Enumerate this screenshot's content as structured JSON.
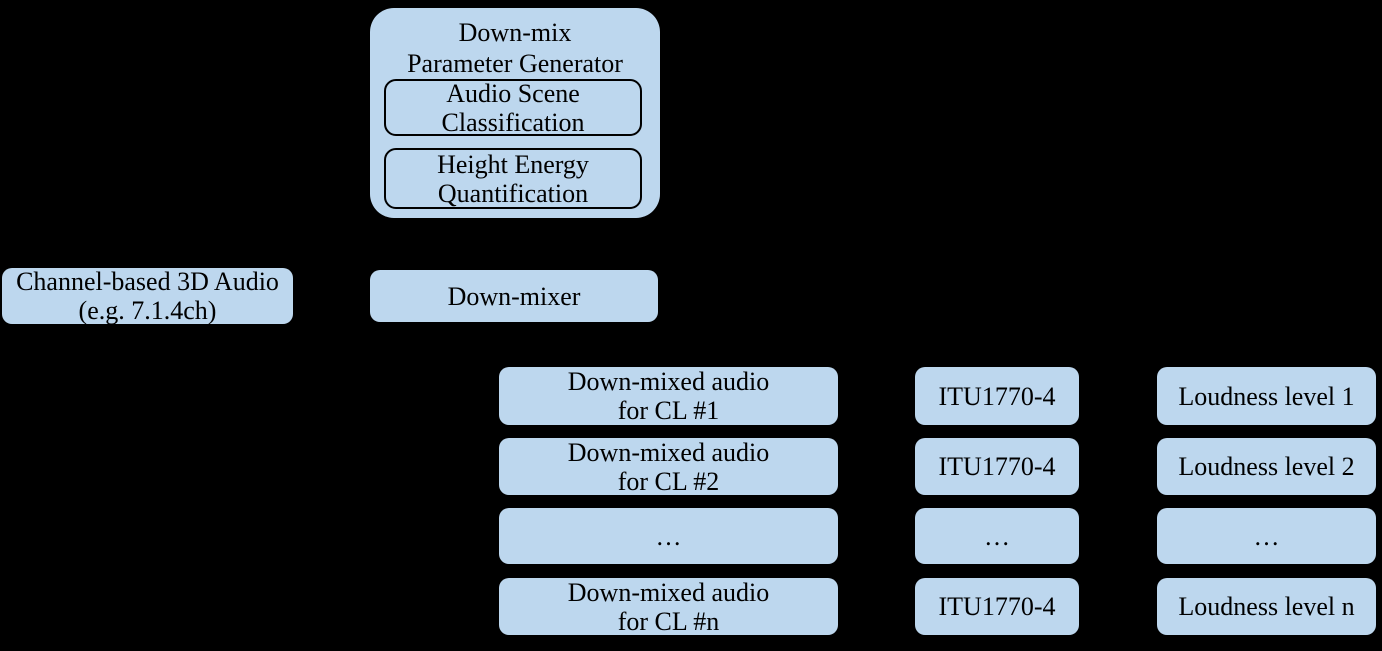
{
  "canvas": {
    "background_color": "#000000",
    "box_fill_color": "#BDD7EE",
    "text_color": "#000000"
  },
  "generator": {
    "title": "Down-mix\nParameter Generator",
    "modules": [
      {
        "label": "Audio Scene\nClassification"
      },
      {
        "label": "Height Energy\nQuantification"
      }
    ]
  },
  "input": {
    "label": "Channel-based 3D Audio\n(e.g. 7.1.4ch)"
  },
  "downmixer": {
    "label": "Down-mixer"
  },
  "grid": {
    "rows": [
      {
        "audio": "Down-mixed audio\nfor CL #1",
        "meter": "ITU1770-4",
        "loudness": "Loudness level 1"
      },
      {
        "audio": "Down-mixed audio\nfor CL #2",
        "meter": "ITU1770-4",
        "loudness": "Loudness level 2"
      },
      {
        "audio": "…",
        "meter": "…",
        "loudness": "…"
      },
      {
        "audio": "Down-mixed audio\nfor CL #n",
        "meter": "ITU1770-4",
        "loudness": "Loudness level n"
      }
    ]
  }
}
